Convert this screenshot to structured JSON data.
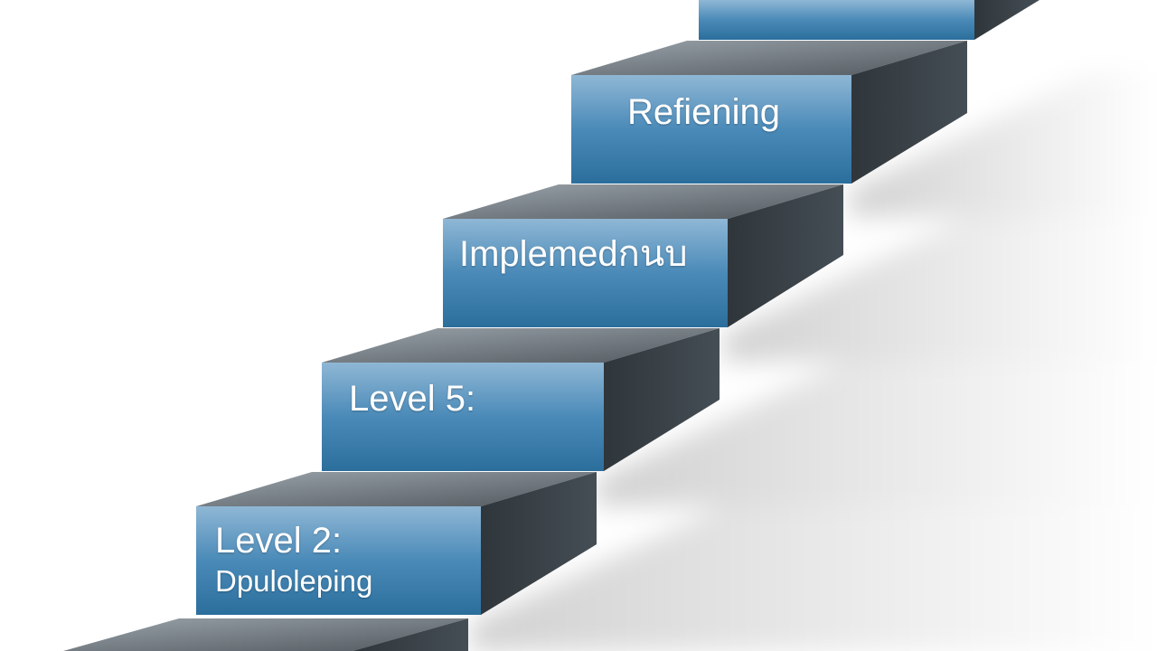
{
  "colors": {
    "front_top": "#8fb7d5",
    "front_mid": "#4a8ab8",
    "front_bottom": "#2b6e9c",
    "side": "#3a4349",
    "top_face_light": "#9aa3aa",
    "top_face_dark": "#52595f",
    "label_text": "#ffffff"
  },
  "steps": [
    {
      "label": ""
    },
    {
      "label": "Level 2:",
      "sublabel": "Dpuloleping"
    },
    {
      "label": "Level 5:"
    },
    {
      "label": "Implemedกนบ"
    },
    {
      "label": "Refiening"
    },
    {
      "label": ""
    }
  ]
}
